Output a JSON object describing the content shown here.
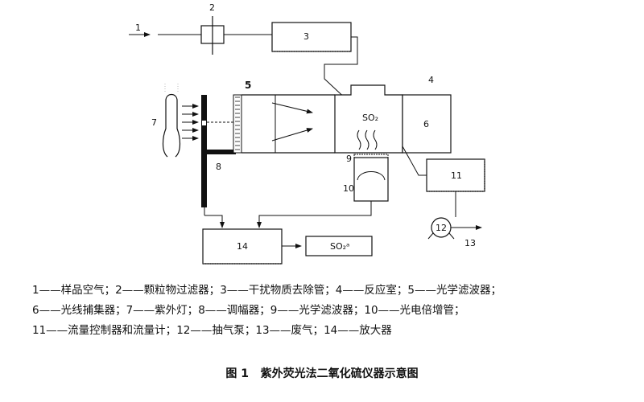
{
  "diagram": {
    "callouts": [
      "1",
      "2",
      "3",
      "4",
      "5",
      "6",
      "7",
      "8",
      "9",
      "10",
      "11",
      "12",
      "13",
      "14"
    ],
    "chamber_text": "SO₂",
    "output_text": "SO₂ᵃ"
  },
  "legend": [
    "1——样品空气；",
    "2——颗粒物过滤器；",
    "3——干扰物质去除管；",
    "4——反应室；",
    "5——光学滤波器；",
    "6——光线捕集器；",
    "7——紫外灯；",
    "8——调幅器；",
    "9——光学滤波器；",
    "10——光电倍增管；",
    "11——流量控制器和流量计；",
    "12——抽气泵；",
    "13——废气；",
    "14——放大器"
  ],
  "caption": {
    "figure_no": "图 1",
    "title": "紫外荧光法二氧化硫仪器示意图"
  }
}
